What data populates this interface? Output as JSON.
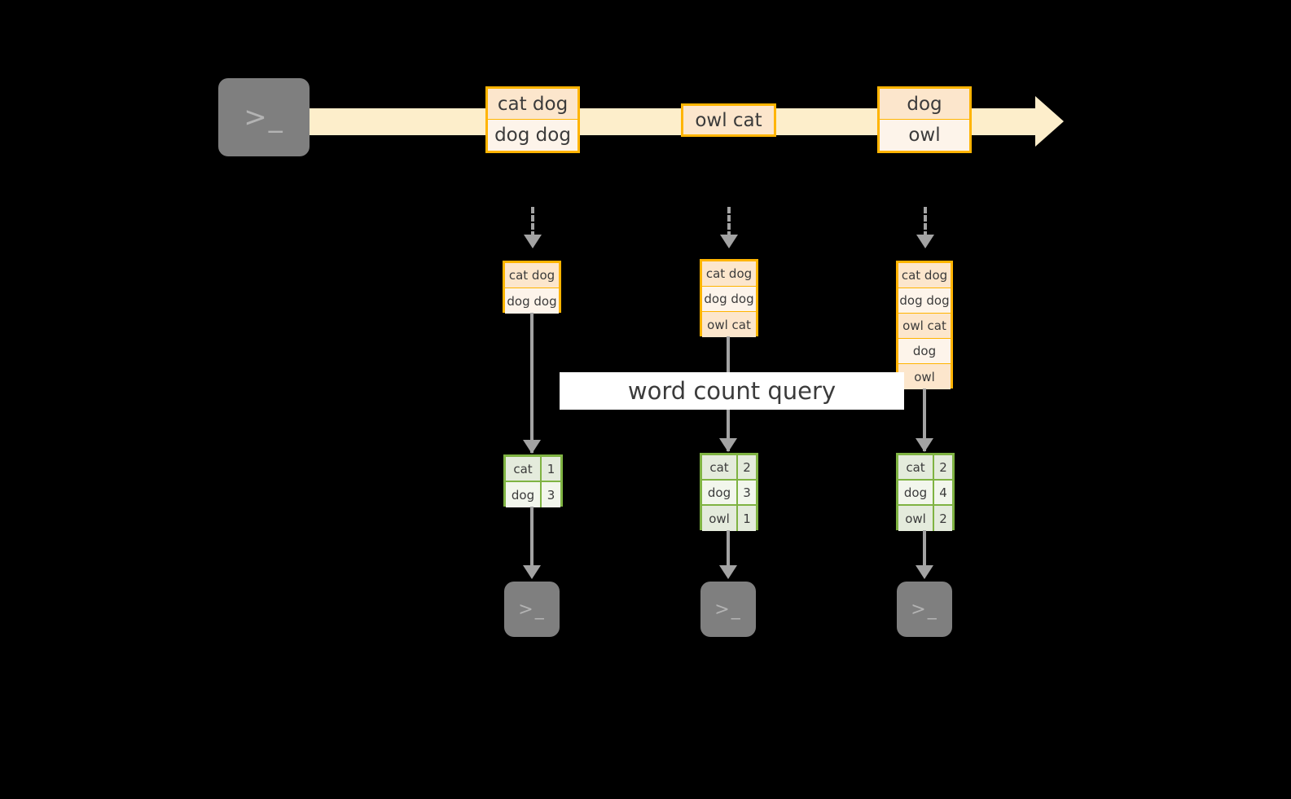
{
  "diagram": {
    "title": "word count query",
    "colors": {
      "background": "#000000",
      "stream_band": "#fdeecb",
      "batch_border": "#ffb400",
      "batch_fill_dark": "#fce6cc",
      "batch_fill_light": "#fdf4ea",
      "result_border": "#7fb342",
      "result_fill": "#f2f6ec",
      "result_fill_shade": "#e4ebdc",
      "arrow": "#a3a3a3",
      "terminal_fill": "#7f7f7f",
      "terminal_glyph": "#b3b3b3",
      "banner_fill": "#ffffff",
      "text": "#3b3b3b"
    },
    "source_terminal": {
      "icon": "terminal-prompt-icon",
      "glyph": ">_"
    },
    "stream": {
      "icon": "right-arrow-icon",
      "batches": [
        {
          "name": "batch-1",
          "lines": [
            "cat dog",
            "dog dog"
          ]
        },
        {
          "name": "batch-2",
          "lines": [
            "owl cat"
          ]
        },
        {
          "name": "batch-3",
          "lines": [
            "dog",
            "owl"
          ]
        }
      ]
    },
    "columns": [
      {
        "name": "column-1",
        "accumulated_lines": [
          "cat dog",
          "dog dog"
        ],
        "result": {
          "words": [
            "cat",
            "dog"
          ],
          "counts": [
            "1",
            "3"
          ]
        },
        "sink_terminal": {
          "icon": "terminal-prompt-icon",
          "glyph": ">_"
        }
      },
      {
        "name": "column-2",
        "accumulated_lines": [
          "cat dog",
          "dog dog",
          "owl cat"
        ],
        "result": {
          "words": [
            "cat",
            "dog",
            "owl"
          ],
          "counts": [
            "2",
            "3",
            "1"
          ]
        },
        "sink_terminal": {
          "icon": "terminal-prompt-icon",
          "glyph": ">_"
        }
      },
      {
        "name": "column-3",
        "accumulated_lines": [
          "cat dog",
          "dog dog",
          "owl cat",
          "dog",
          "owl"
        ],
        "result": {
          "words": [
            "cat",
            "dog",
            "owl"
          ],
          "counts": [
            "2",
            "4",
            "2"
          ]
        },
        "sink_terminal": {
          "icon": "terminal-prompt-icon",
          "glyph": ">_"
        }
      }
    ]
  }
}
